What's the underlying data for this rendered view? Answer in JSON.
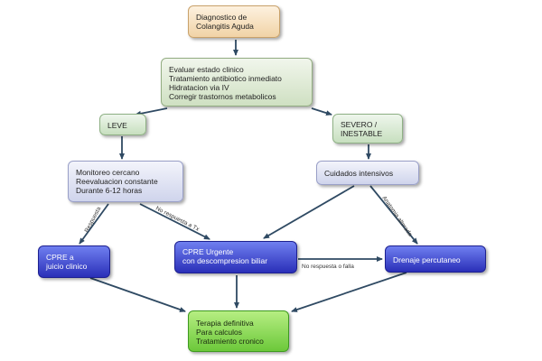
{
  "nodes": {
    "diagnosis": [
      "Diagnostico de",
      "Colangitis Aguda"
    ],
    "initial": [
      "Evaluar estado clinico",
      "Tratamiento antibiotico inmediato",
      "Hidratacion via IV",
      "Corregir trastornos metabolicos"
    ],
    "leve": [
      "LEVE"
    ],
    "severo": [
      "SEVERO /",
      "INESTABLE"
    ],
    "monitoreo": [
      "Monitoreo cercano",
      "Reevaluacion constante",
      "Durante 6-12 horas"
    ],
    "cuidados": [
      "Cuidados intensivos"
    ],
    "cpre_juicio": [
      "CPRE a",
      "juicio clinico"
    ],
    "cpre_urgente": [
      "CPRE Urgente",
      "con descompresion biliar"
    ],
    "drenaje": [
      "Drenaje percutaneo"
    ],
    "terapia": [
      "Terapia definitiva",
      "Para calculos",
      "Tratamiento cronico"
    ]
  },
  "edge_labels": {
    "respuesta": "Respuesta",
    "no_respuesta_tx": "No respuesta a Tx",
    "no_respuesta_falla": "No respuesta o falla",
    "anatomia": "Anatomia alterada"
  },
  "colors": {
    "arrow": "#2f4a63",
    "peach": "#f1d3a6",
    "sage": "#cfe0c2",
    "lavender": "#cfd4ec",
    "blue": "#2a2fb8",
    "green": "#6cc83a"
  }
}
